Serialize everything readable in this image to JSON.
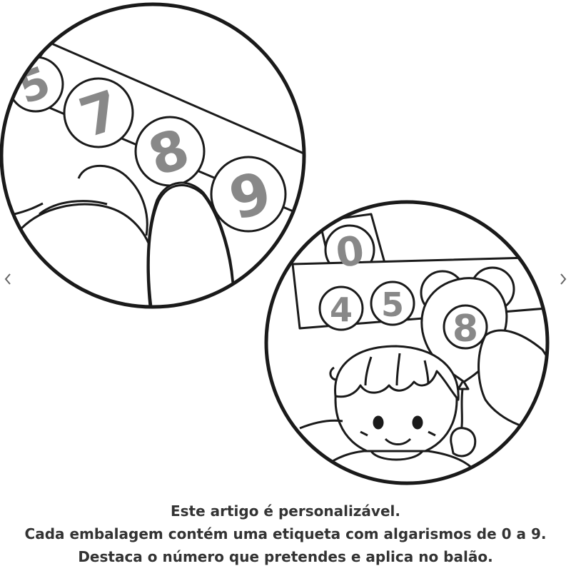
{
  "colors": {
    "line": "#1a1a1a",
    "digit_fill": "#888888",
    "text": "#333333",
    "background": "#ffffff"
  },
  "gallery": {
    "prev_icon": "chevron-left-icon",
    "next_icon": "chevron-right-icon"
  },
  "illustration_top": {
    "digits": [
      "5",
      "7",
      "8",
      "9"
    ]
  },
  "illustration_bottom": {
    "strip_digit": "0",
    "row_digits": [
      "4",
      "5"
    ],
    "balloon_digit": "8"
  },
  "caption": {
    "line1": "Este artigo é personalizável.",
    "line2": "Cada embalagem contém uma etiqueta com algarismos de 0 a 9.",
    "line3": "Destaca o número que pretendes e aplica no balão."
  }
}
